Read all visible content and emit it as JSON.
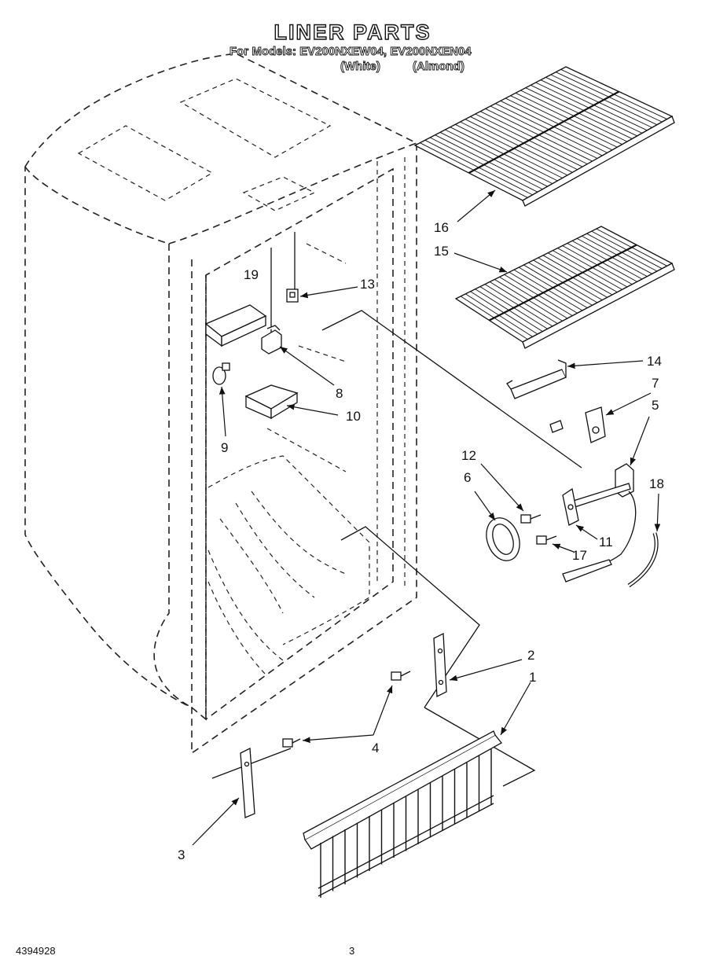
{
  "header": {
    "title": "LINER PARTS",
    "models_line": "For Models: EV200NXEW04, EV200NXEN04",
    "variant_white": "(White)",
    "variant_almond": "(Almond)"
  },
  "callouts": [
    "16",
    "15",
    "19",
    "13",
    "8",
    "10",
    "9",
    "14",
    "7",
    "5",
    "12",
    "6",
    "18",
    "11",
    "17",
    "2",
    "1",
    "4",
    "3"
  ],
  "footer": {
    "document_number": "4394928",
    "page_number": "3"
  },
  "icons": {
    "shelf": "wire-shelf-icon",
    "lamp": "light-bulb-icon",
    "screw": "screw-icon"
  }
}
